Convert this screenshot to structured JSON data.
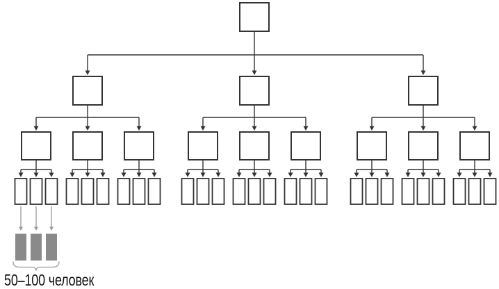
{
  "diagram": {
    "type": "organizational-tree",
    "branching_factor": 3,
    "levels": [
      {
        "level": 1,
        "node_count": 1
      },
      {
        "level": 2,
        "node_count": 3
      },
      {
        "level": 3,
        "node_count": 9
      },
      {
        "level": 4,
        "node_count": 27
      }
    ],
    "annotation": {
      "label": "50–100 человек",
      "highlighted_unit_count": 3
    },
    "colors": {
      "line": "#333333",
      "box_border": "#333333",
      "box_fill": "#ffffff",
      "highlight_fill": "#8a8a8a",
      "annotation_line": "#9a9a9a",
      "text": "#111111",
      "background": "#ffffff"
    }
  }
}
